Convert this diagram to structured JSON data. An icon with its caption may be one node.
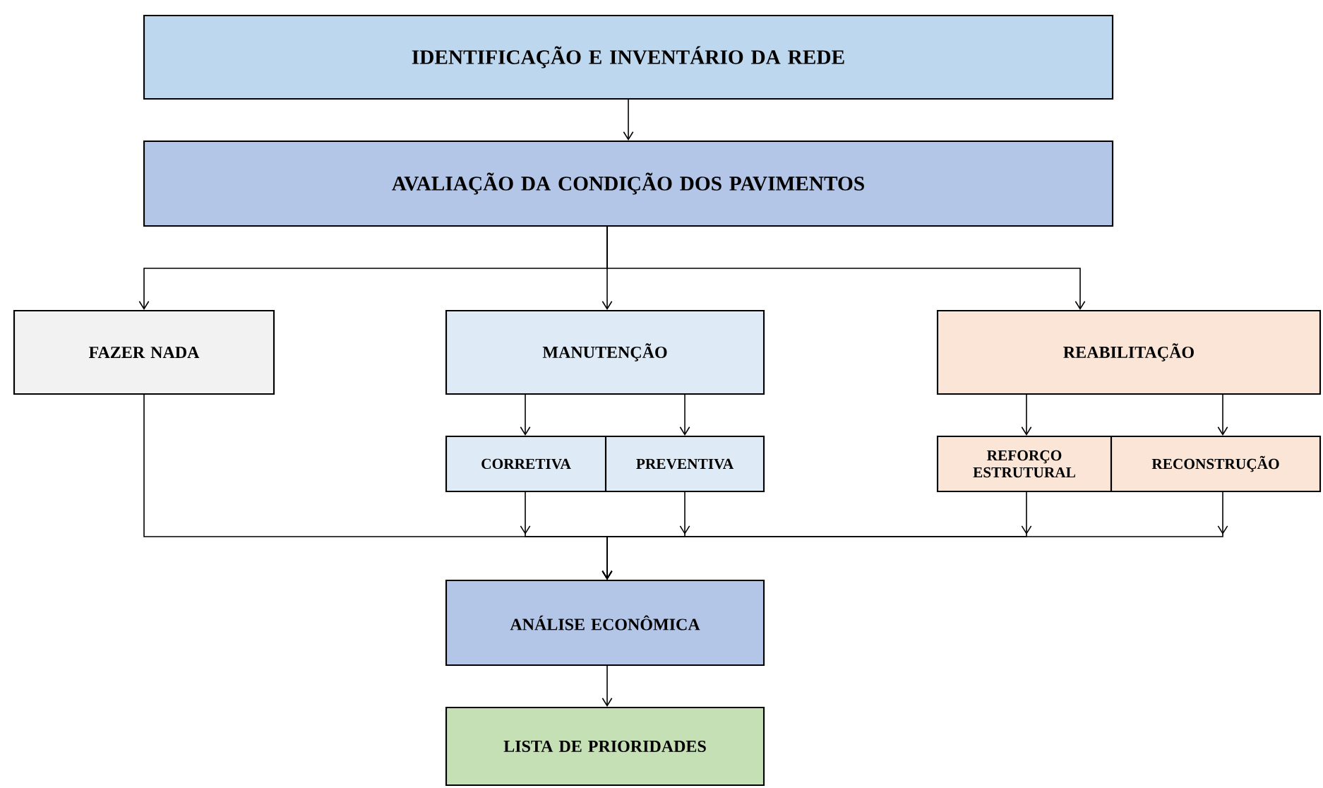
{
  "diagram": {
    "nodes": [
      {
        "text": [
          "IDENTIFICAÇÃO E INVENTÁRIO DA REDE"
        ]
      },
      {
        "text": [
          "AVALIAÇÃO DA CONDIÇÃO DOS PAVIMENTOS"
        ]
      },
      {
        "text": [
          "FAZER NADA"
        ]
      },
      {
        "text": [
          "MANUTENÇÃO"
        ]
      },
      {
        "text": [
          "REABILITAÇÃO"
        ]
      },
      {
        "text": [
          "CORRETIVA"
        ]
      },
      {
        "text": [
          "PREVENTIVA"
        ]
      },
      {
        "text": [
          "REFORÇO ESTRUTURAL"
        ]
      },
      {
        "text": [
          "RECONSTRUÇÃO"
        ]
      },
      {
        "text": [
          "ANÁLISE ECONÔMICA"
        ]
      },
      {
        "text": [
          "LISTA DE PRIORIDADES"
        ]
      }
    ],
    "edges": [
      {
        "from": 0,
        "to": 1,
        "arrow": "to"
      },
      {
        "from": 1,
        "to": 2,
        "arrow": "to"
      },
      {
        "from": 1,
        "to": 3,
        "arrow": "to"
      },
      {
        "from": 1,
        "to": 4,
        "arrow": "to"
      },
      {
        "from": 3,
        "to": 5,
        "arrow": "to"
      },
      {
        "from": 3,
        "to": 6,
        "arrow": "to"
      },
      {
        "from": 4,
        "to": 7,
        "arrow": "to"
      },
      {
        "from": 4,
        "to": 8,
        "arrow": "to"
      },
      {
        "from": 2,
        "to": 9,
        "arrow": "to"
      },
      {
        "from": 5,
        "to": 9,
        "arrow": "to"
      },
      {
        "from": 6,
        "to": 9,
        "arrow": "to"
      },
      {
        "from": 7,
        "to": 9,
        "arrow": "to"
      },
      {
        "from": 8,
        "to": 9,
        "arrow": "to"
      },
      {
        "from": 9,
        "to": 10,
        "arrow": "to"
      }
    ]
  }
}
